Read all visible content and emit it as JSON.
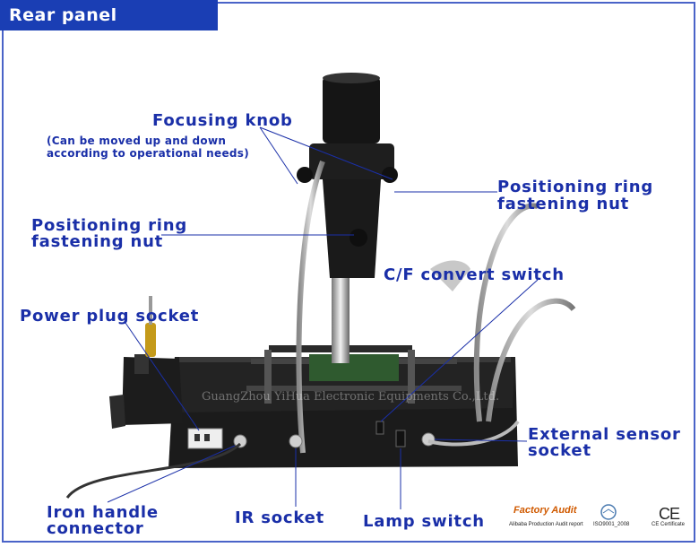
{
  "header": {
    "title": "Rear panel introduce"
  },
  "labels": {
    "focusing_knob": "Focusing knob",
    "focusing_note_1": "(Can be moved up and down",
    "focusing_note_2": "according to operational needs)",
    "pos_ring_right_1": "Positioning ring",
    "pos_ring_right_2": "fastening nut",
    "pos_ring_left_1": "Positioning ring",
    "pos_ring_left_2": "fastening nut",
    "cf_switch": "C/F convert switch",
    "power_plug": "Power plug socket",
    "external_sensor_1": "External sensor",
    "external_sensor_2": "socket",
    "iron_handle_1": "Iron handle",
    "iron_handle_2": "connector",
    "ir_socket": "IR socket",
    "lamp_switch": "Lamp switch"
  },
  "watermark": "GuangZhou YiHua Electronic Equipments Co.,Ltd.",
  "certs": {
    "factory_audit": "Factory Audit",
    "alibaba": "Alibaba Production Audit report",
    "iso": "ISO9001_2008",
    "ce_mark": "CE",
    "ce_cert": "CE Certificate"
  },
  "colors": {
    "label": "#1a2fa8",
    "header_bg": "#1a3eb4",
    "frame": "#4a63c8"
  }
}
